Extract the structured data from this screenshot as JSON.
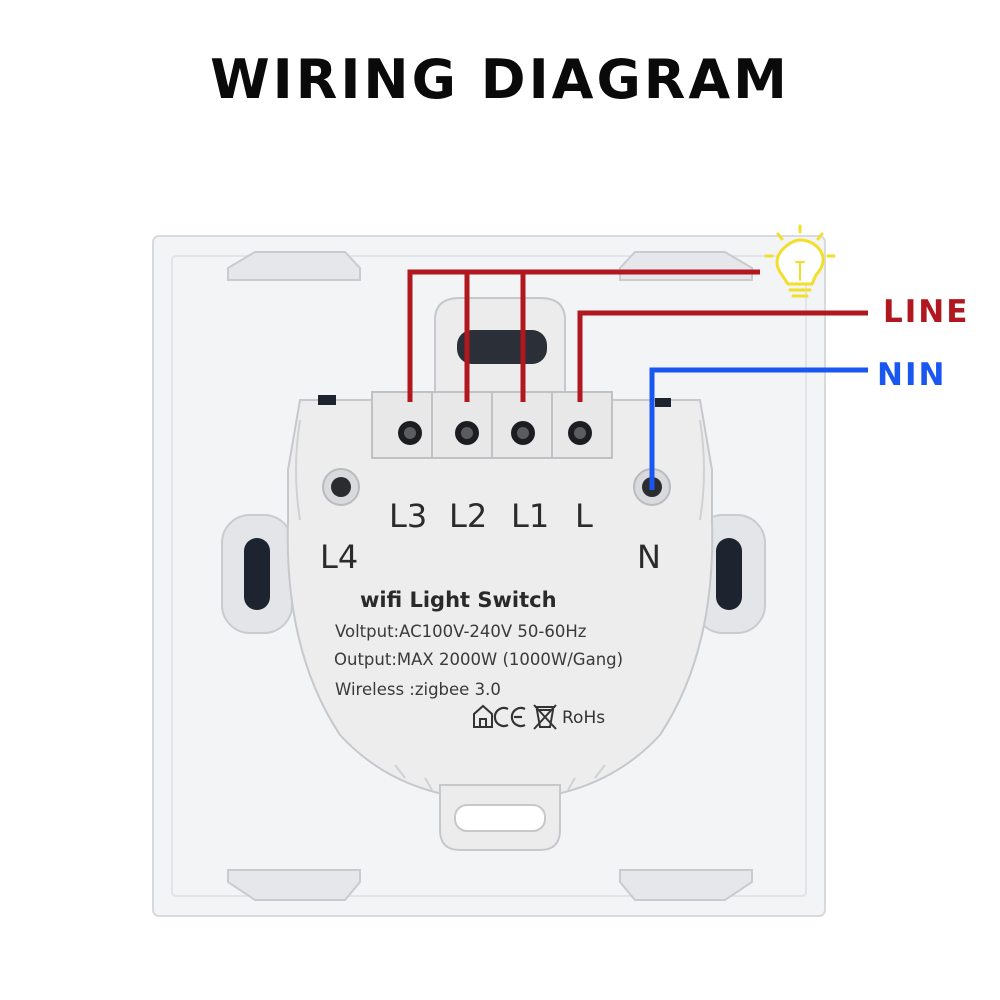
{
  "title": "WIRING DIAGRAM",
  "wires": {
    "line": {
      "label": "LINE",
      "color": "#b0171f"
    },
    "neutral": {
      "label": "NIN",
      "color": "#1a56f0"
    }
  },
  "terminals": [
    "L3",
    "L2",
    "L1",
    "L",
    "L4",
    "N"
  ],
  "label_panel": {
    "product_name": "wifi Light Switch",
    "lines": [
      "Voltput:AC100V-240V  50-60Hz",
      "Output:MAX 2000W (1000W/Gang)",
      "Wireless :zigbee 3.0"
    ],
    "certifications": "RoHs"
  },
  "icons": [
    "lightbulb-icon",
    "house-mark-icon",
    "ce-mark-icon",
    "weee-bin-icon"
  ],
  "colors": {
    "bulb": "#f2df2a",
    "plate": "#f3f4f6",
    "housing": "#ececec"
  }
}
